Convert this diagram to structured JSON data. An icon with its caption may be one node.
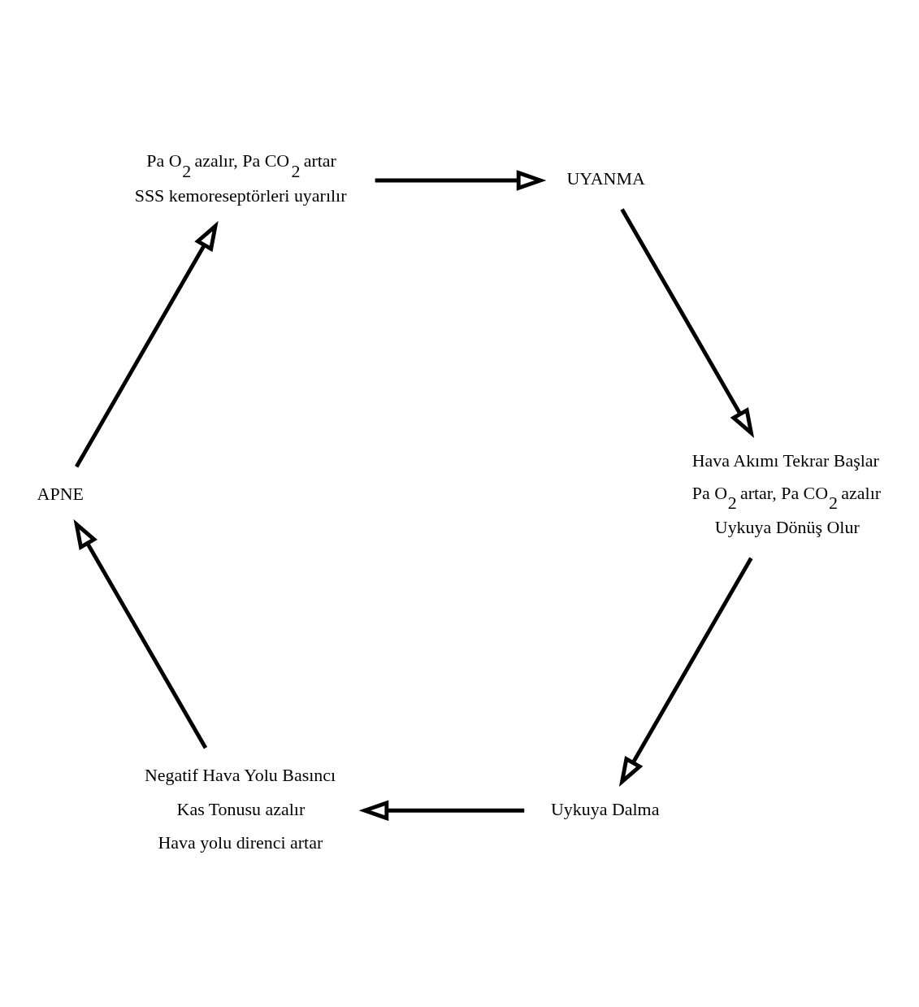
{
  "diagram": {
    "nodes": [
      {
        "text": [
          "Uykuya Dalma"
        ]
      },
      {
        "text": [
          "Negatif Hava Yolu Basıncı",
          "Kas Tonusu azalır",
          "Hava yolu direnci artar"
        ]
      },
      {
        "text": [
          "APNE"
        ]
      },
      {
        "text": [
          "Pa O$_{2}$ azalır, Pa CO$_{2}$ artar",
          "SSS kemoreseptörleri uyarılır"
        ]
      },
      {
        "text": [
          "UYANMA"
        ]
      },
      {
        "text": [
          "Hava Akımı Tekrar Başlar",
          "Pa O$_{2}$ artar, Pa CO$_{2}$ azalır",
          "Uykuya Dönüş Olur"
        ]
      }
    ],
    "edges": [
      {
        "from": 0,
        "to": 1,
        "arrow": "to"
      },
      {
        "from": 1,
        "to": 2,
        "arrow": "to"
      },
      {
        "from": 2,
        "to": 3,
        "arrow": "to"
      },
      {
        "from": 3,
        "to": 4,
        "arrow": "to"
      },
      {
        "from": 4,
        "to": 5,
        "arrow": "to"
      },
      {
        "from": 5,
        "to": 0,
        "arrow": "to"
      }
    ]
  }
}
